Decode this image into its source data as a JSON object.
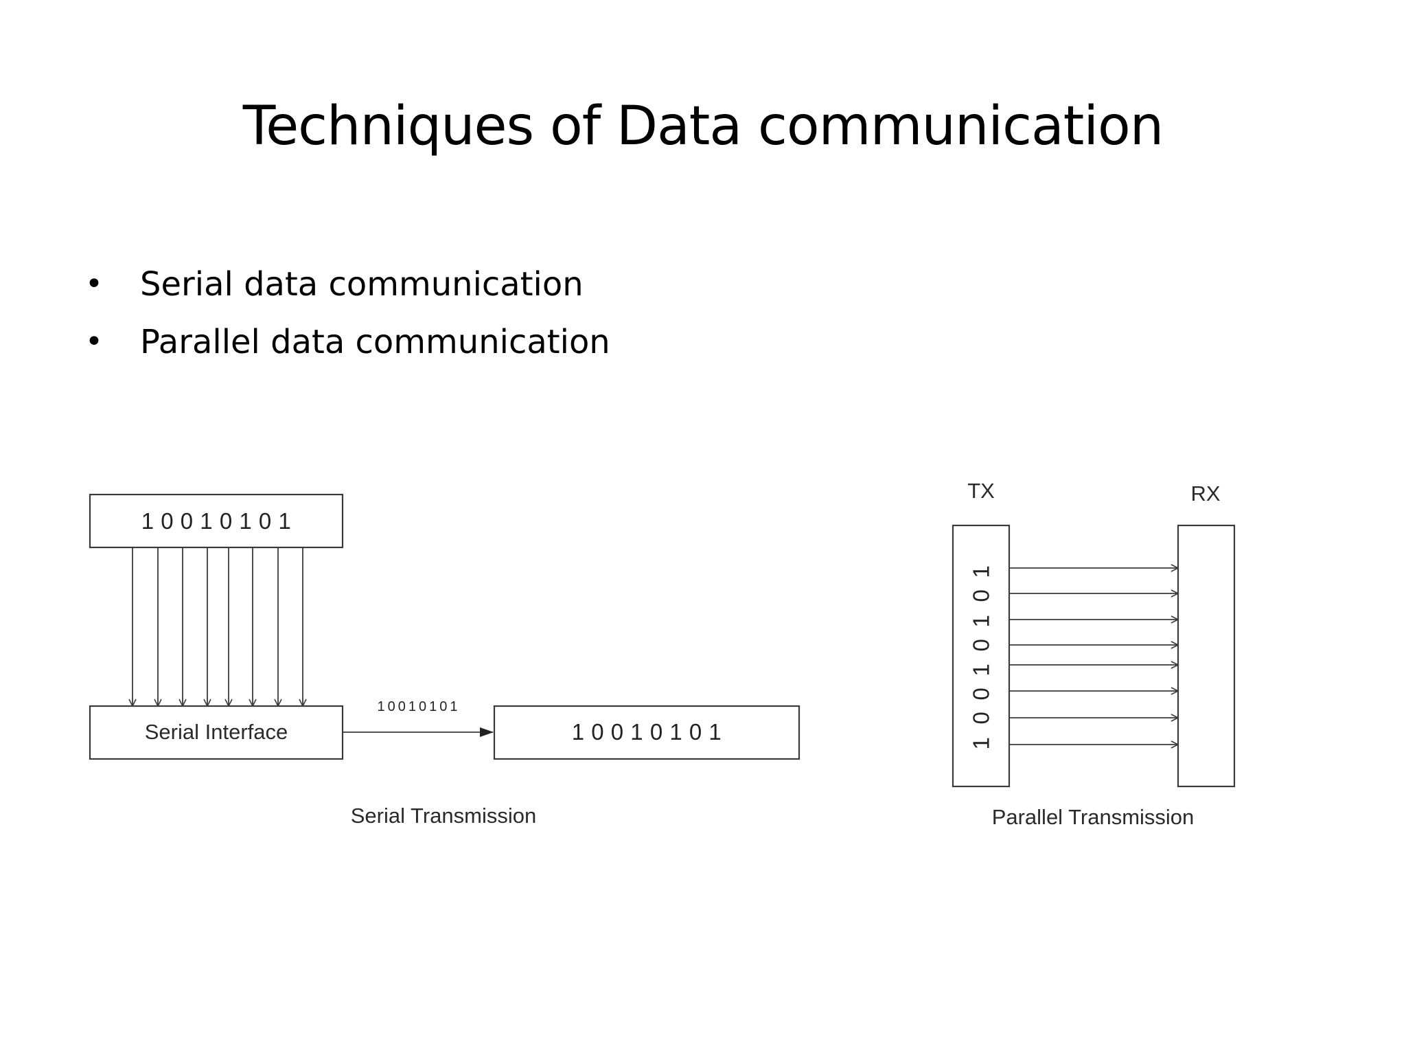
{
  "slide": {
    "title": "Techniques of Data communication",
    "bullets": [
      "Serial data communication",
      "Parallel data communication"
    ],
    "bullet_glyph": "•"
  },
  "serial_diagram": {
    "source_bits": "1 0 0 1 0 1 0 1",
    "interface_label": "Serial Interface",
    "stream_bits": "10010101",
    "dest_bits": "1 0 0 1 0 1 0 1",
    "caption": "Serial Transmission",
    "line_count": 8
  },
  "parallel_diagram": {
    "tx_label": "TX",
    "rx_label": "RX",
    "tx_bits": [
      "1",
      "0",
      "0",
      "1",
      "0",
      "1",
      "0",
      "1"
    ],
    "caption": "Parallel Transmission",
    "line_count": 8
  },
  "colors": {
    "background": "#ffffff",
    "text": "#000000",
    "diagram_stroke": "#3a3a3a"
  }
}
